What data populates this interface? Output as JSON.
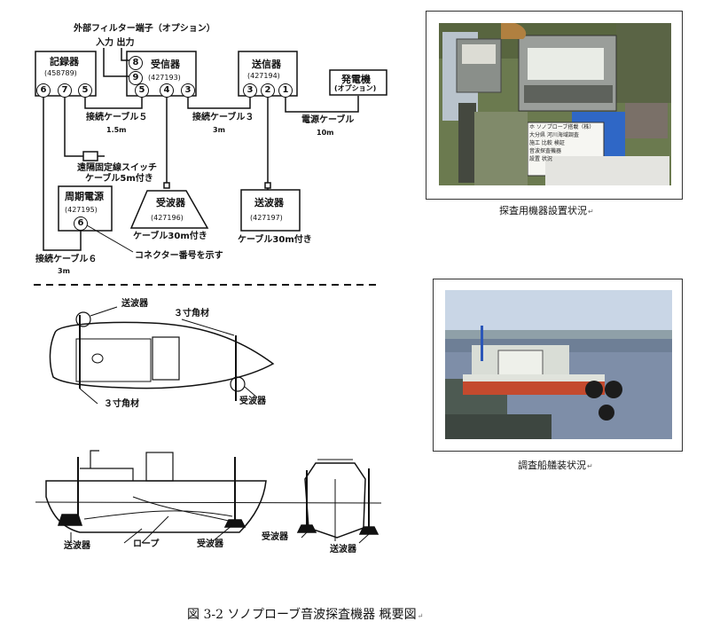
{
  "diagram": {
    "ext_filter_label": "外部フィルター端子（オプション）",
    "io_label": "入力 出力",
    "recorder": {
      "title": "記録器",
      "code": "(458789)",
      "ports": [
        "6",
        "7",
        "5"
      ]
    },
    "receiver": {
      "title": "受信器",
      "code": "(427193)",
      "ports_top": [
        "8",
        "9"
      ],
      "ports": [
        "5",
        "4",
        "3"
      ]
    },
    "transmitter": {
      "title": "送信器",
      "code": "(427194)",
      "ports": [
        "3",
        "2",
        "1"
      ]
    },
    "generator": {
      "title": "発電機",
      "sub": "(オプション)"
    },
    "cable5": {
      "label": "接続ケーブル５",
      "len": "1.5m"
    },
    "cable3": {
      "label": "接続ケーブル３",
      "len": "3m"
    },
    "power_cable": {
      "label": "電源ケーブル",
      "len": "10m"
    },
    "remote_switch": {
      "line1": "遠隔固定線スイッチ",
      "line2": "ケーブル5m付き"
    },
    "period_power": {
      "title": "周期電源",
      "code": "(427195)",
      "port": "6"
    },
    "rx_transducer": {
      "title": "受波器",
      "code": "(427196)",
      "cable": "ケーブル30m付き"
    },
    "tx_transducer": {
      "title": "送波器",
      "code": "(427197)",
      "cable": "ケーブル30m付き"
    },
    "connector_note": "コネクター番号を示す",
    "cable6": {
      "label": "接続ケーブル６",
      "len": "3m"
    },
    "boat_top": {
      "tx": "送波器",
      "beam_top": "３寸角材",
      "beam_bottom": "３寸角材",
      "rx": "受波器"
    },
    "boat_side": {
      "tx": "送波器",
      "rope": "ロープ",
      "rx": "受波器"
    },
    "boat_front": {
      "rx": "受波器",
      "tx": "送波器"
    }
  },
  "photos": {
    "equipment": {
      "caption": "探査用機器設置状況",
      "sign_lines": [
        "ホ ソノプローブ搭載（株）",
        "大分県 河川海域調査",
        "施工 比較 検証",
        "音波探査機器",
        "設置 状況"
      ]
    },
    "ship": {
      "caption": "調査船艤装状況"
    }
  },
  "figure_caption": "図 3-2  ソノプローブ音波探査機器  概要図"
}
